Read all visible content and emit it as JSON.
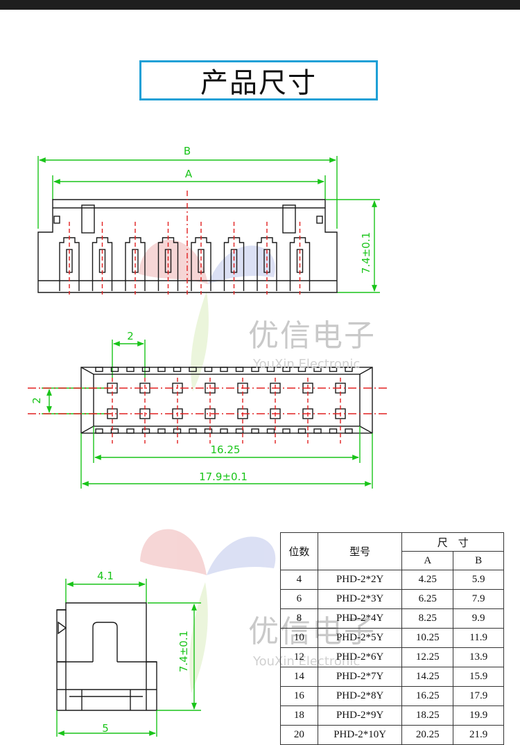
{
  "title": "产品尺寸",
  "watermark": {
    "cn": "优信电子",
    "en": "YouXin Electronic"
  },
  "front_view": {
    "dim_b": "B",
    "dim_a": "A",
    "height": "7.4±0.1"
  },
  "top_view": {
    "pitch_x": "2",
    "pitch_y": "2",
    "inner_len": "16.25",
    "outer_len": "17.9±0.1"
  },
  "side_view": {
    "width_top": "4.1",
    "height": "7.4±0.1",
    "width_bottom": "5"
  },
  "table": {
    "headers": {
      "positions": "位数",
      "model": "型号",
      "size": "尺　寸",
      "a": "A",
      "b": "B"
    },
    "rows": [
      [
        "4",
        "PHD-2*2Y",
        "4.25",
        "5.9"
      ],
      [
        "6",
        "PHD-2*3Y",
        "6.25",
        "7.9"
      ],
      [
        "8",
        "PHD-2*4Y",
        "8.25",
        "9.9"
      ],
      [
        "10",
        "PHD-2*5Y",
        "10.25",
        "11.9"
      ],
      [
        "12",
        "PHD-2*6Y",
        "12.25",
        "13.9"
      ],
      [
        "14",
        "PHD-2*7Y",
        "14.25",
        "15.9"
      ],
      [
        "16",
        "PHD-2*8Y",
        "16.25",
        "17.9"
      ],
      [
        "18",
        "PHD-2*9Y",
        "18.25",
        "19.9"
      ],
      [
        "20",
        "PHD-2*10Y",
        "20.25",
        "21.9"
      ]
    ]
  },
  "colors": {
    "dimension": "#19c419",
    "centerline": "#e22020",
    "outline": "#1a1a1a",
    "title_border": "#1ea0d6"
  }
}
